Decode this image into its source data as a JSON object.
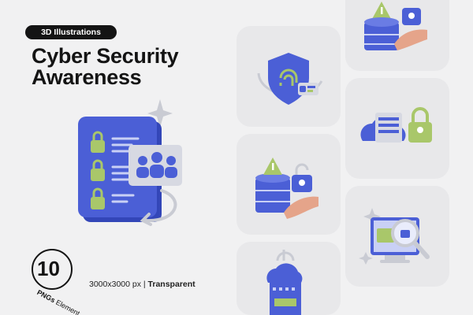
{
  "badge": "3D Illustrations",
  "title": {
    "line1": "Cyber Security",
    "line2": "Awareness"
  },
  "count": {
    "number": "10",
    "label_bold": "PNGs",
    "label_rest": " Element"
  },
  "meta": {
    "size": "3000x3000 px",
    "separator": " | ",
    "format": "Transparent"
  },
  "colors": {
    "blue": "#4b5fd6",
    "green": "#a9c76a",
    "ink": "#141414",
    "card": "#e8e8ea"
  }
}
